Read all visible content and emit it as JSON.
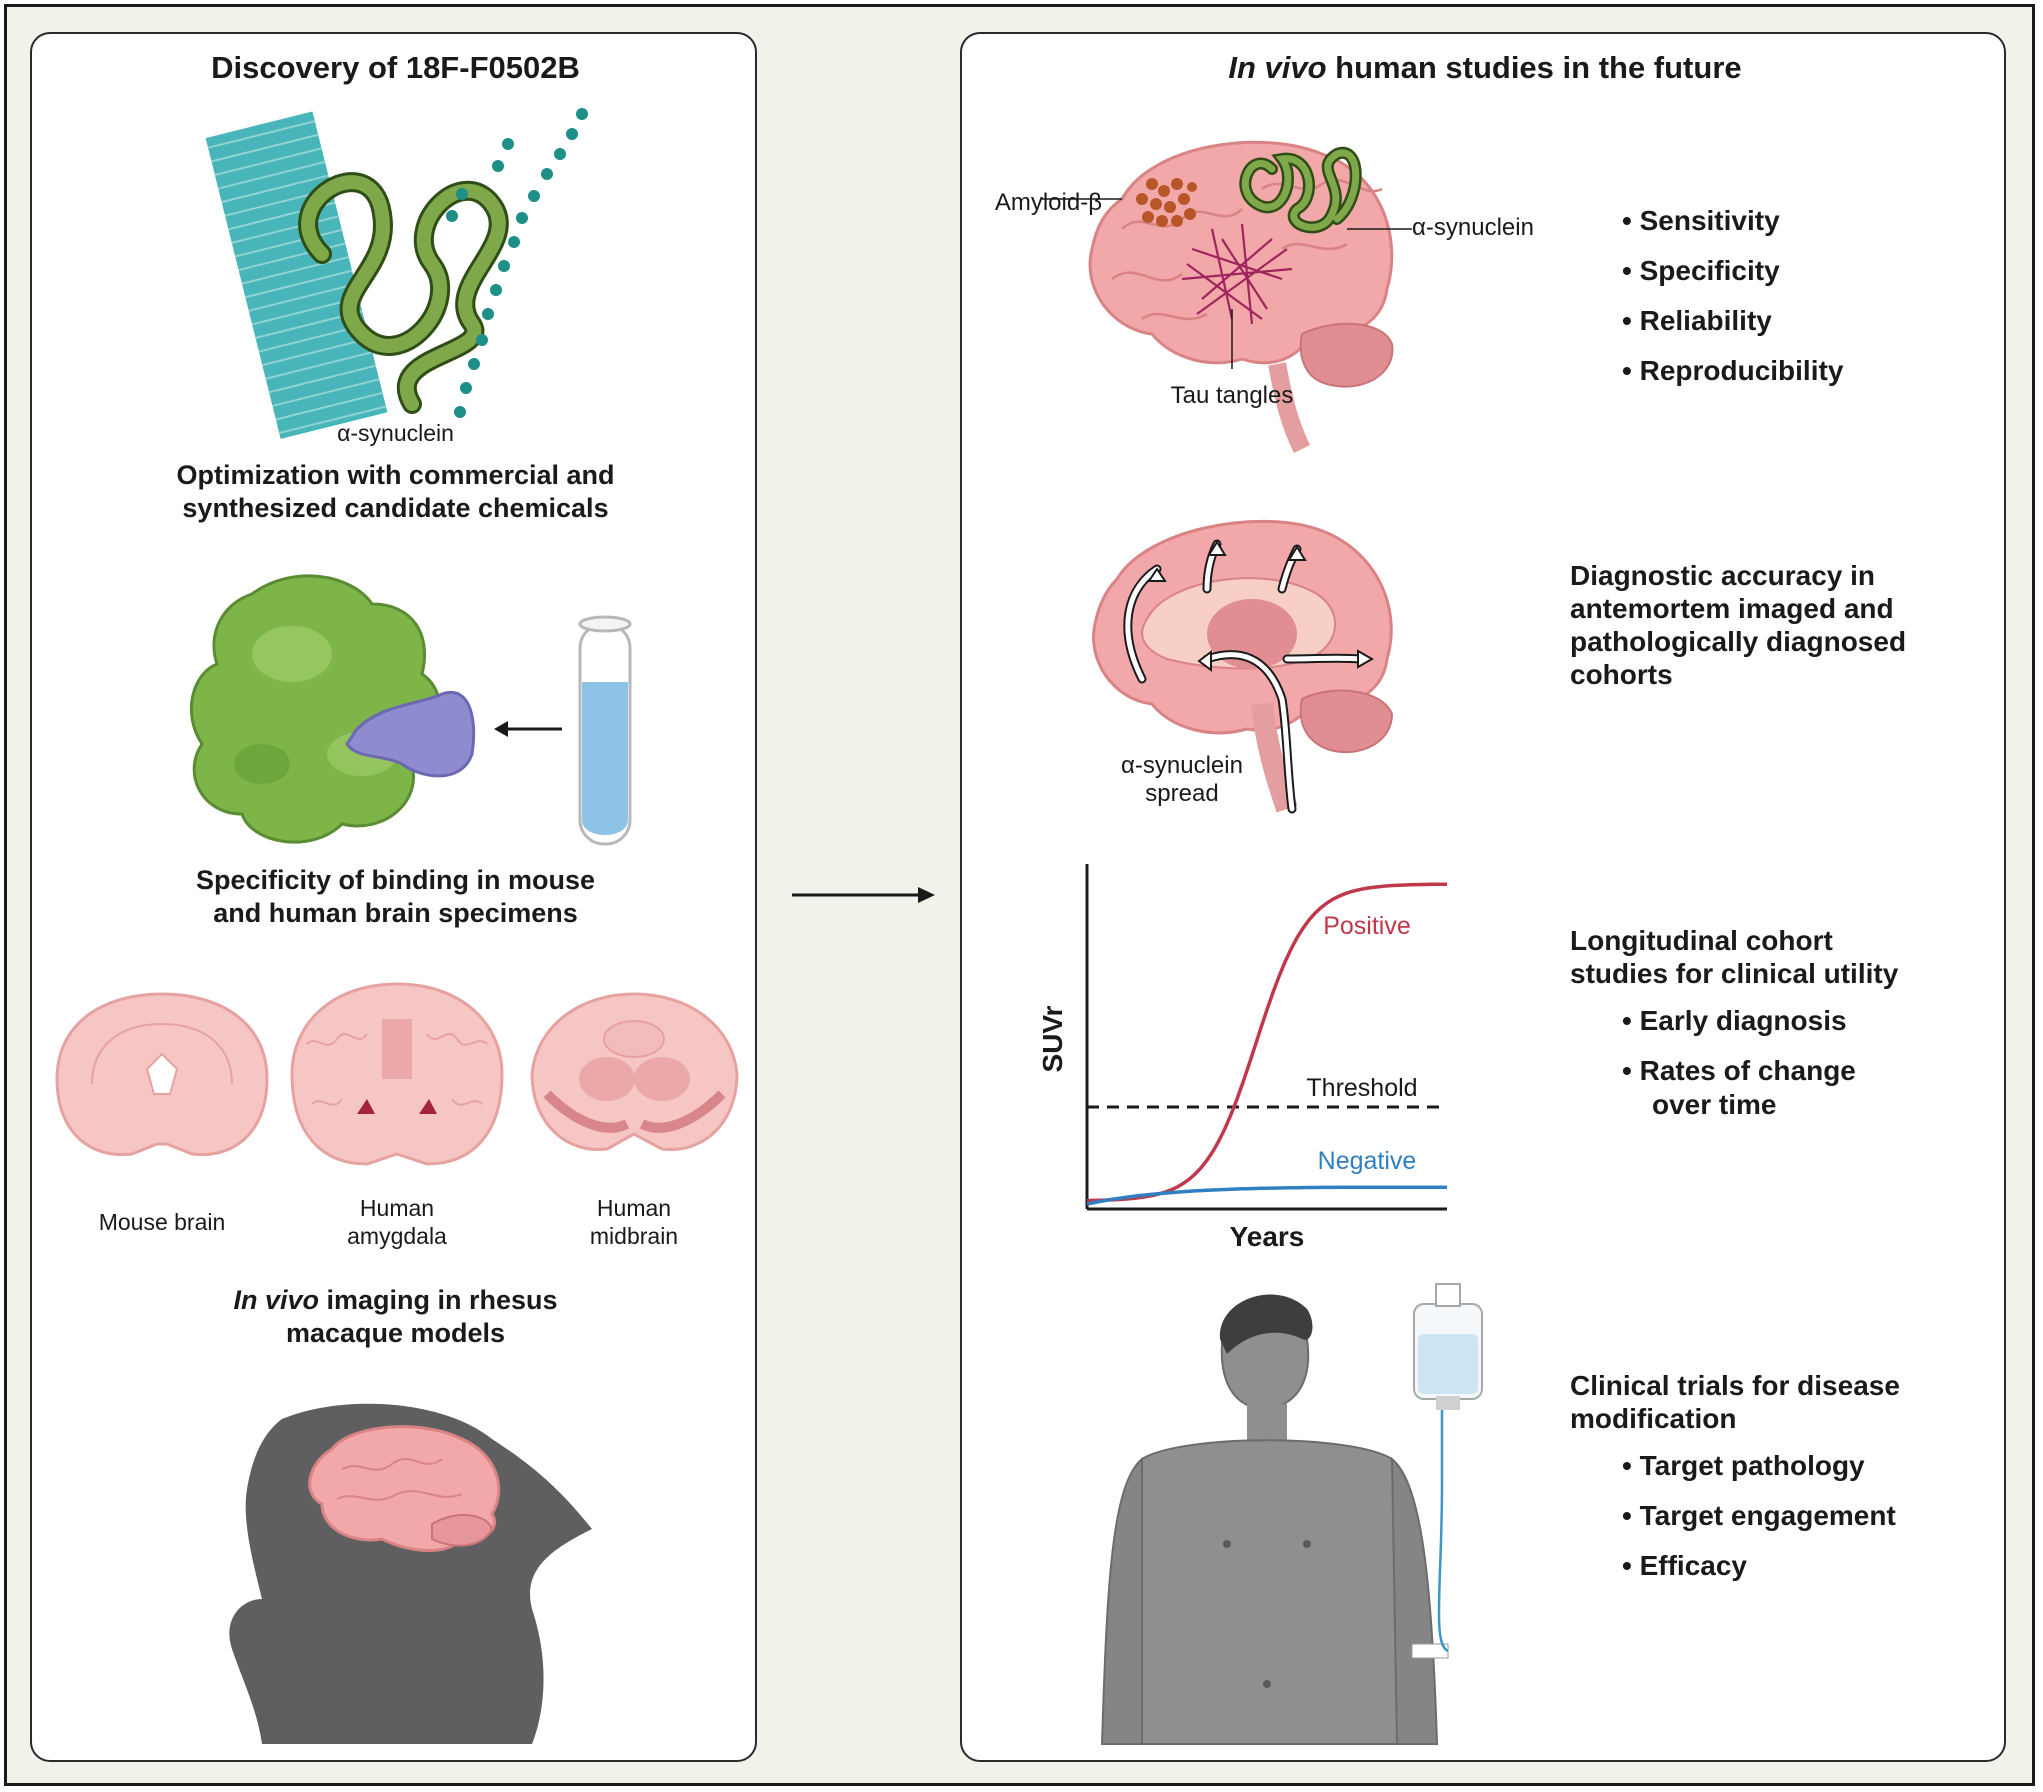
{
  "left": {
    "title": "Discovery of 18F-F0502B",
    "synuclein_label": "α-synuclein",
    "optimization": [
      "Optimization with commercial and",
      "synthesized candidate chemicals"
    ],
    "specificity": [
      "Specificity of binding in mouse",
      "and human brain specimens"
    ],
    "brains": [
      {
        "label": "Mouse brain"
      },
      {
        "label_lines": [
          "Human",
          "amygdala"
        ]
      },
      {
        "label_lines": [
          "Human",
          "midbrain"
        ]
      }
    ],
    "invivo_imaging": {
      "italic": "In vivo",
      "rest": " imaging in rhesus",
      "line2": "macaque models"
    }
  },
  "right": {
    "title_italic": "In vivo",
    "title_rest": " human studies in the future",
    "brain_labels": {
      "amyloid": "Amyloid-β",
      "synuclein": "α-synuclein",
      "tau": "Tau tangles"
    },
    "bullets1": [
      "Sensitivity",
      "Specificity",
      "Reliability",
      "Reproducibility"
    ],
    "spread_label": [
      "α-synuclein",
      "spread"
    ],
    "diagnostic": [
      "Diagnostic accuracy in",
      "antemortem imaged and",
      "pathologically diagnosed",
      "cohorts"
    ],
    "longitudinal": [
      "Longitudinal cohort",
      "studies for clinical utility"
    ],
    "bullets2": [
      "Early diagnosis"
    ],
    "bullets2b": [
      "Rates of change",
      "over time"
    ],
    "clinical": [
      "Clinical trials for disease",
      "modification"
    ],
    "bullets3": [
      "Target pathology",
      "Target engagement",
      "Efficacy"
    ]
  },
  "bullet_char": "•",
  "chart_data": {
    "type": "line",
    "xlabel": "Years",
    "ylabel": "SUVr",
    "series": [
      {
        "name": "Positive",
        "color": "#c0394b",
        "shape": "sigmoid rising steeply mid-way to plateau"
      },
      {
        "name": "Negative",
        "color": "#2f7fc1",
        "shape": "slight rise then flat"
      }
    ],
    "threshold_label": "Threshold",
    "threshold_style": "dashed"
  },
  "colors": {
    "background": "#f2f1ea",
    "brain_pink": "#f2a7a8",
    "green": "#6d9b3a",
    "teal": "#1ea6a6",
    "purple": "#8e8ccf",
    "tube_blue": "#8ec3e8",
    "positive": "#c0394b",
    "negative": "#2f7fc1",
    "tau": "#a0255f",
    "amyloid": "#b8562a",
    "body_gray": "#8f8f8f",
    "monkey": "#5f5f62"
  }
}
